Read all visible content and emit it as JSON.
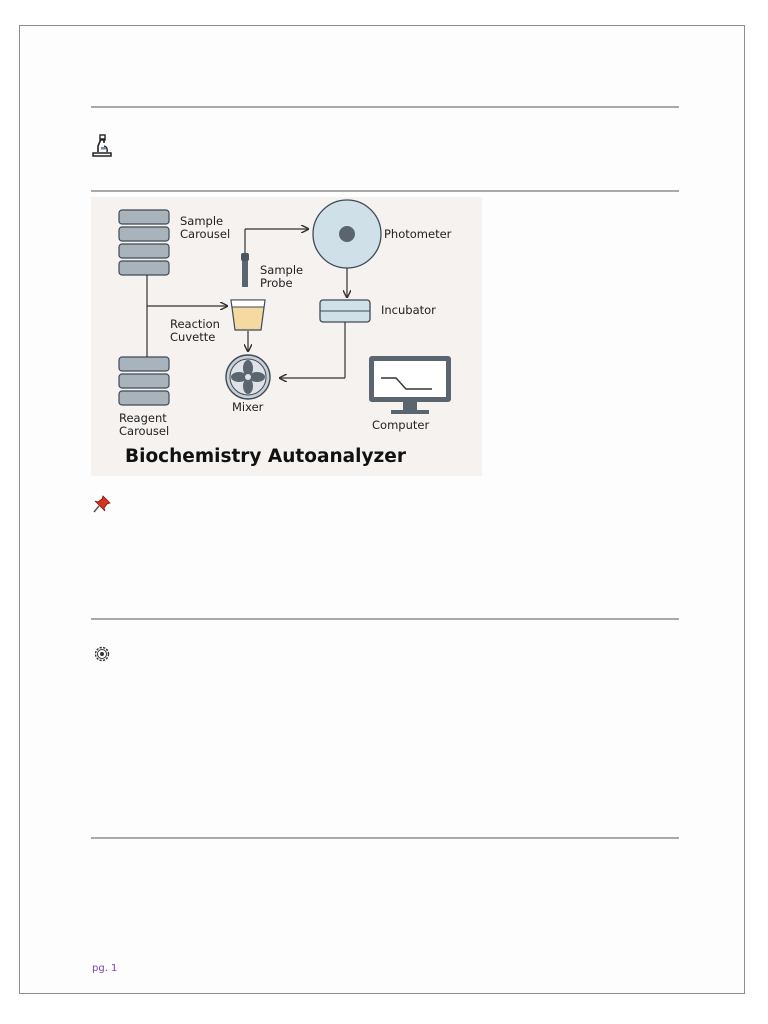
{
  "figure": {
    "title": "Biochemistry Autoanalyzer",
    "labels": {
      "sample_carousel": [
        "Sample",
        "Carousel"
      ],
      "sample_probe": [
        "Sample",
        "Probe"
      ],
      "photometer": "Photometer",
      "incubator": "Incubator",
      "reaction_cuvette": [
        "Reaction",
        "Cuvette"
      ],
      "mixer": "Mixer",
      "reagent_carousel": [
        "Reagent",
        "Carousel"
      ],
      "computer": "Computer"
    }
  },
  "icons": {
    "section1": "microscope-icon",
    "section2": "pushpin-icon",
    "section3": "gear-icon"
  },
  "footer": {
    "page_label": "pg. 1"
  },
  "colors": {
    "rule": "#a9a9a9",
    "footer_text": "#7a3fb5",
    "pushpin": "#d9331f"
  }
}
